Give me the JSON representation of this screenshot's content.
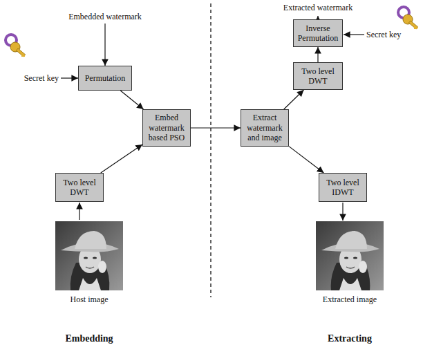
{
  "diagram": {
    "nodes": [
      {
        "text": [
          "Permutation"
        ]
      },
      {
        "text": [
          "Embed watermark based PSO"
        ]
      },
      {
        "text": [
          "Two level DWT"
        ]
      },
      {
        "text": [
          "Extract watermark and image"
        ]
      },
      {
        "text": [
          "Inverse Permutation"
        ]
      },
      {
        "text": [
          "Two level DWT"
        ]
      },
      {
        "text": [
          "Two level IDWT"
        ]
      }
    ],
    "edges": [
      {
        "from": 0,
        "to": 1,
        "arrow": "to"
      },
      {
        "from": 2,
        "to": 1,
        "arrow": "to"
      },
      {
        "from": 1,
        "to": 3,
        "arrow": "to"
      },
      {
        "from": 3,
        "to": 5,
        "arrow": "to"
      },
      {
        "from": 5,
        "to": 4,
        "arrow": "to"
      },
      {
        "from": 3,
        "to": 6,
        "arrow": "to"
      }
    ],
    "labels": [
      "Embedded watermark",
      "Secret key",
      "Host image",
      "Embedding",
      "Extracted watermark",
      "Secret key",
      "Extracted image",
      "Extracting"
    ]
  }
}
